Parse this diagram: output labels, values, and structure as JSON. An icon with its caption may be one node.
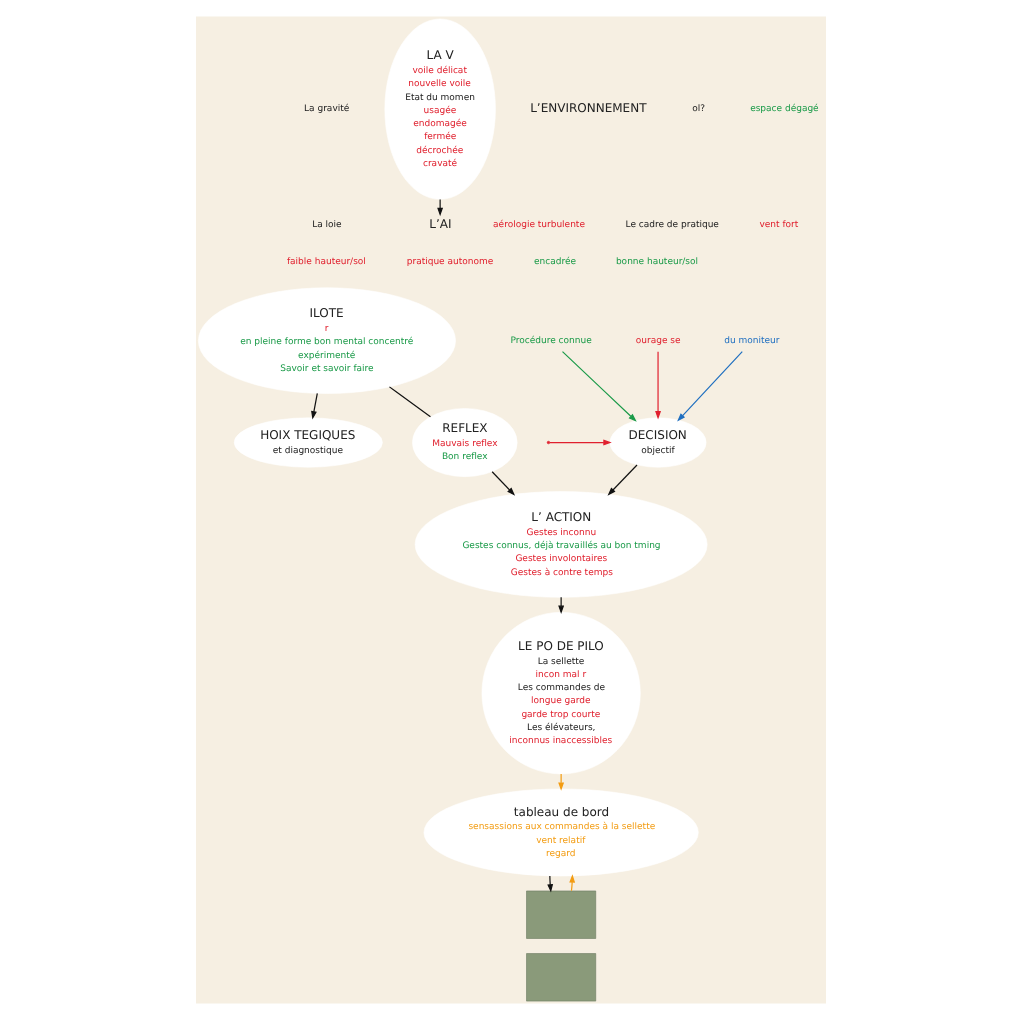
{
  "diagram": {
    "nodes": [
      {
        "text": [
          "L’AI"
        ]
      },
      {
        "text": [
          "ILOTE",
          "r",
          "en pleine forme bon mental concentré",
          "expérimenté",
          "Savoir et savoir faire"
        ]
      },
      {
        "text": [
          "tableau de bord",
          "sensassions aux commandes à la sellette",
          "vent relatif",
          "regard"
        ]
      },
      {
        "text": [],
        "shape": "box"
      },
      {
        "text": [
          "LA V",
          "voile délicat",
          "nouvelle voile",
          "Etat du momen",
          "usagée",
          "endomagée",
          "fermée",
          "décrochée",
          "cravaté"
        ]
      },
      {
        "text": [],
        "shape": "box"
      },
      {
        "text": [
          "HOIX TEGIQUES",
          "et diagnostique"
        ]
      },
      {
        "text": [
          "REFLEX",
          "Mauvais reflex",
          "Bon reflex"
        ]
      },
      {
        "text": [
          "LE PO DE PILO",
          "La sellette",
          "incon mal r",
          "Les commandes de",
          "longue garde",
          "garde trop courte",
          "Les élévateurs,",
          "inconnus inaccessibles"
        ]
      },
      {
        "text": [
          "L’ ACTION",
          "Gestes inconnu",
          "Gestes connus, déjà travaillés au bon tming",
          "Gestes involontaires",
          "Gestes à contre temps"
        ]
      },
      {
        "text": [
          "Procédure connue"
        ]
      },
      {
        "text": [
          "ourage se"
        ]
      },
      {
        "text": [
          "DECISION",
          "objectif"
        ]
      },
      {
        "text": [
          "du moniteur"
        ]
      }
    ],
    "edges": [
      {
        "from": 4,
        "to": 0,
        "arrow": "to"
      },
      {
        "from": 2,
        "to": 3,
        "arrow": "to"
      },
      {
        "from": 3,
        "to": 2,
        "arrow": "to",
        "color": "#f39c12"
      },
      {
        "from": 8,
        "to": 2,
        "arrow": "to",
        "color": "#f39c12"
      },
      {
        "from": 1,
        "to": 6,
        "arrow": "to"
      },
      {
        "from": 1,
        "to": 7,
        "arrow": "none"
      },
      {
        "from": 7,
        "to": 9,
        "arrow": "to"
      },
      {
        "from": 12,
        "to": 9,
        "arrow": "to"
      },
      {
        "from": 9,
        "to": 8,
        "arrow": "to"
      },
      {
        "from": 10,
        "to": 12,
        "arrow": "to",
        "color": "#1a9a48"
      },
      {
        "from": null,
        "to": 12,
        "arrow": "to",
        "color": "#e0202e"
      },
      {
        "from": 11,
        "to": 12,
        "arrow": "to",
        "color": "#e0202e"
      },
      {
        "from": 13,
        "to": 12,
        "arrow": "to",
        "color": "#1f6fc0"
      }
    ],
    "labels": [
      "La gravité",
      "L’ENVIRONNEMENT",
      "ol?",
      "espace dégagé",
      "La loie",
      "aérologie turbulente",
      "Le cadre de pratique",
      "vent fort",
      "faible hauteur/sol",
      "pratique autonome",
      "encadrée",
      "bonne hauteur/sol"
    ]
  }
}
